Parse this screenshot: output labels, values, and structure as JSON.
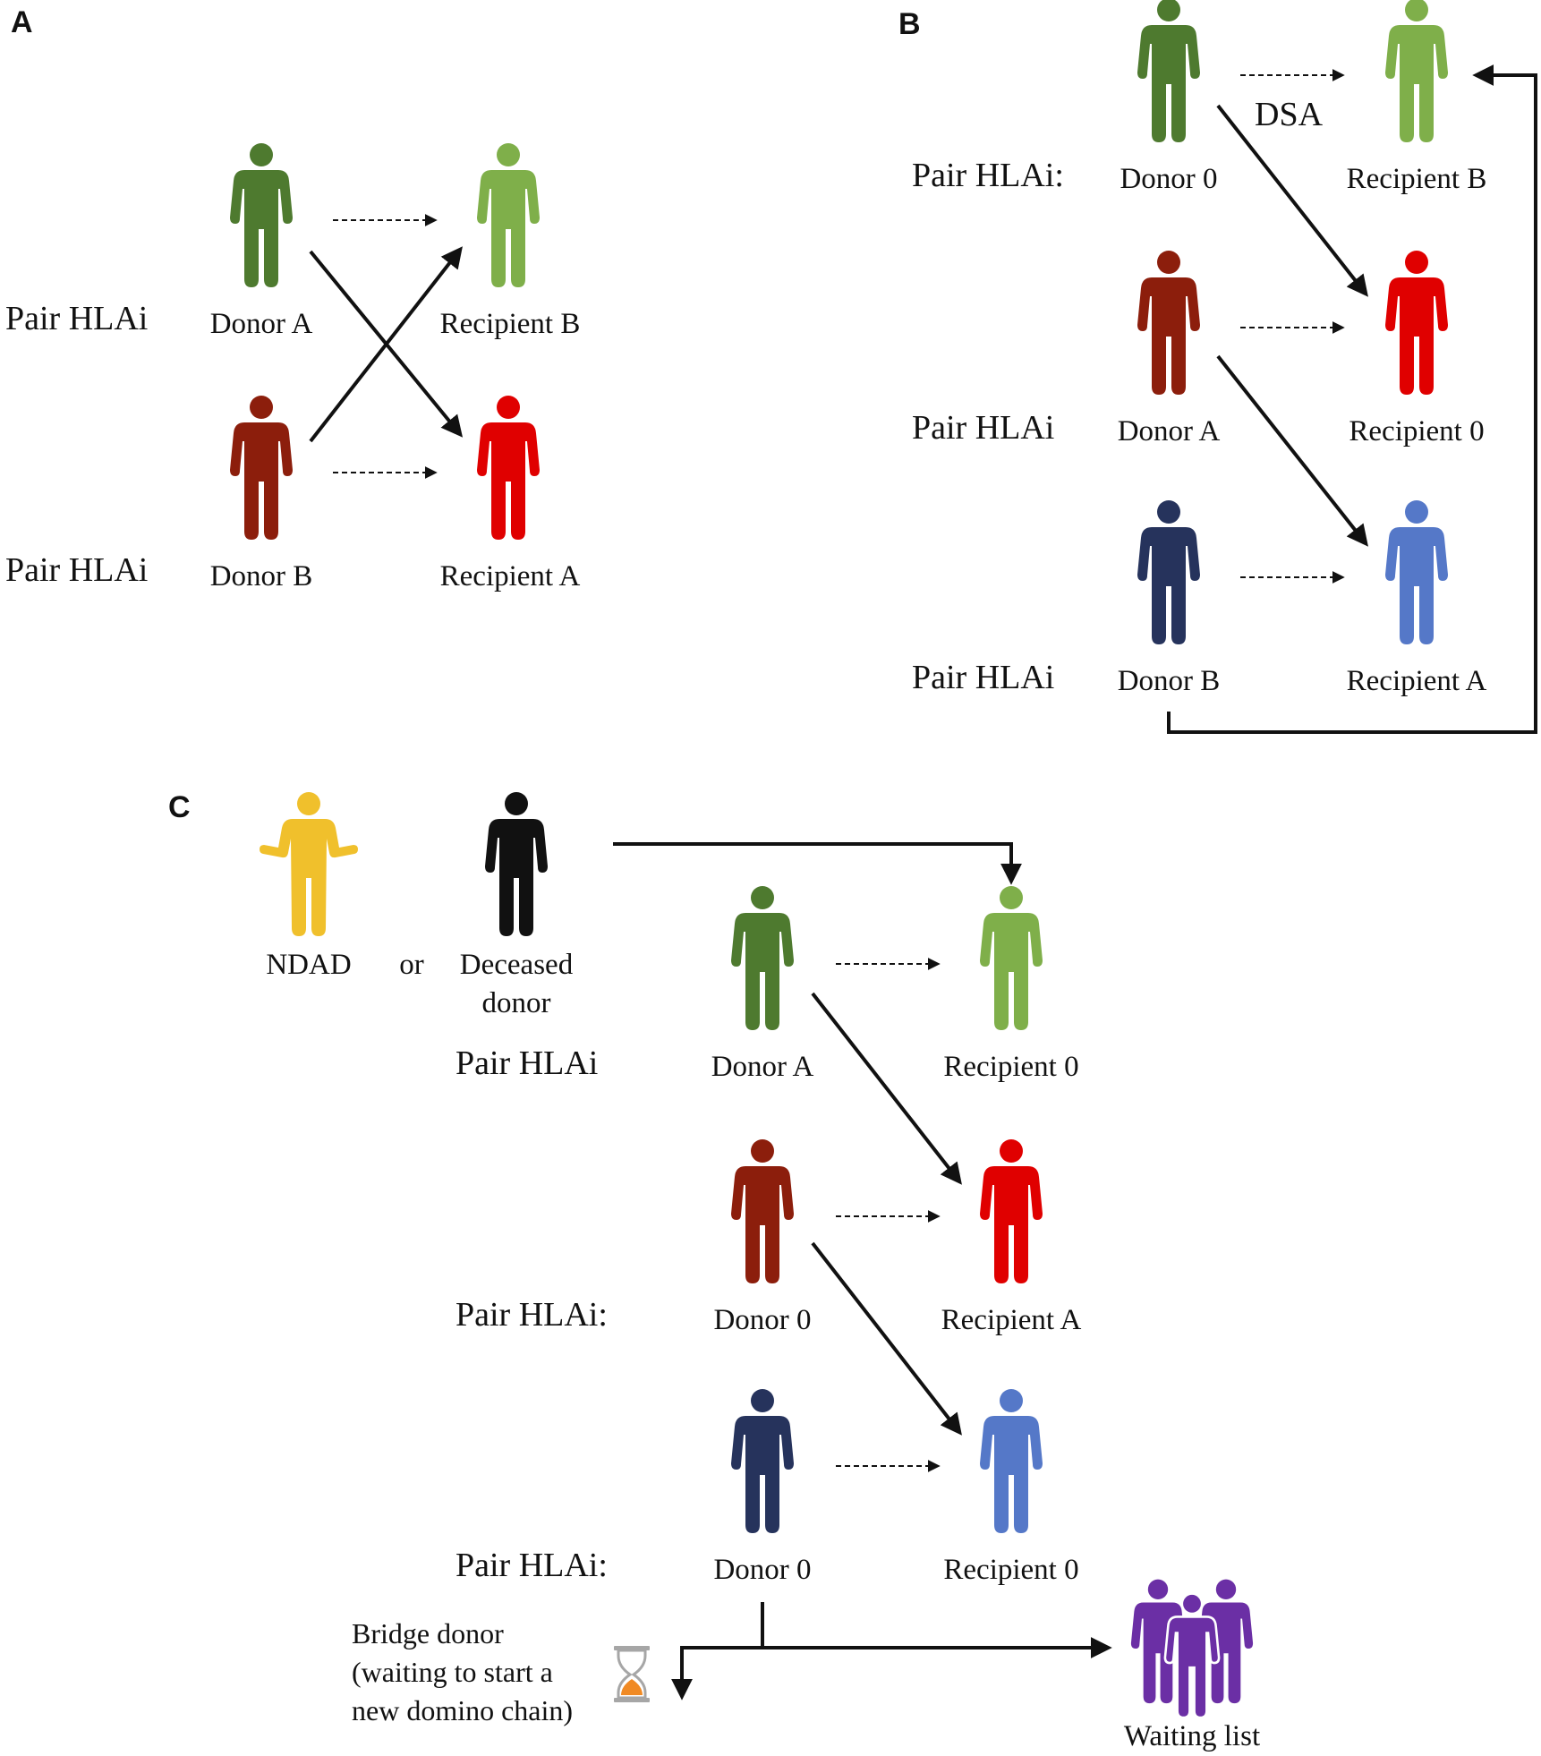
{
  "colors": {
    "green_dark": "#4e7a2f",
    "green_light": "#7faf4a",
    "red_dark": "#8c1e0c",
    "red": "#e00000",
    "navy": "#26335c",
    "blue": "#5578c8",
    "yellow": "#f0c02c",
    "black": "#111111",
    "purple": "#6b2fa5",
    "hourglass_sand": "#f08a24",
    "hourglass_frame": "#a6a6a6"
  },
  "panels": {
    "A": {
      "letter": "A",
      "pair1_label": "Pair HLAi",
      "pair2_label": "Pair HLAi",
      "donor1": "Donor A",
      "recipient1": "Recipient B",
      "donor2": "Donor B",
      "recipient2": "Recipient A"
    },
    "B": {
      "letter": "B",
      "pair1_label": "Pair HLAi:",
      "pair2_label": "Pair HLAi",
      "pair3_label": "Pair HLAi",
      "dsa_label": "DSA",
      "donor1": "Donor 0",
      "recipient1": "Recipient B",
      "donor2": "Donor A",
      "recipient2": "Recipient 0",
      "donor3": "Donor B",
      "recipient3": "Recipient A"
    },
    "C": {
      "letter": "C",
      "ndad": "NDAD",
      "or": "or",
      "deceased_line1": "Deceased",
      "deceased_line2": "donor",
      "pair1_label": "Pair HLAi",
      "pair2_label": "Pair HLAi:",
      "pair3_label": "Pair HLAi:",
      "donor1": "Donor A",
      "recipient1": "Recipient 0",
      "donor2": "Donor 0",
      "recipient2": "Recipient A",
      "donor3": "Donor 0",
      "recipient3": "Recipient 0",
      "bridge_line1": "Bridge donor",
      "bridge_line2": "(waiting to start a",
      "bridge_line3": "new domino chain)",
      "waiting_list": "Waiting list"
    }
  }
}
